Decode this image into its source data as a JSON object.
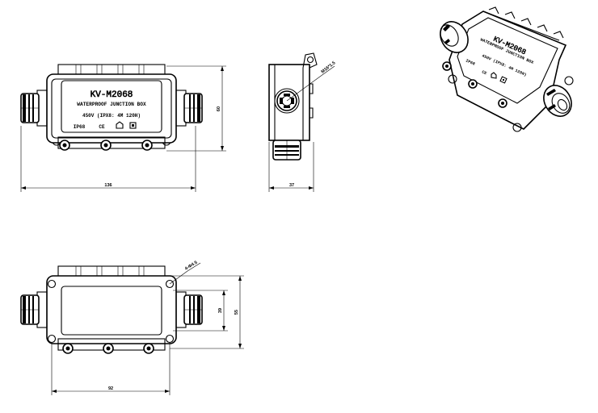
{
  "front_view": {
    "model": "KV-M2068",
    "title_line": "WATERPROOF  JUNCTION BOX",
    "rating_line": "450V  (IPX8: 4M 120H)",
    "ip_mark": "IP68",
    "ce_mark": "CE",
    "width_dim": "136",
    "height_dim": "60"
  },
  "side_view": {
    "thread_dim": "M16*1.5",
    "depth_dim": "37"
  },
  "iso_view": {
    "model": "KV-M2068",
    "title_line": "WATERPROOF  JUNCTION BOX",
    "ip_mark": "IP68",
    "rating_line": "450V  (IPX8: 4M 120H)",
    "ce_mark": "CE"
  },
  "bottom_view": {
    "hole_dim": "4-Φ4.5",
    "inner_height_dim": "39",
    "outer_height_dim": "55",
    "mount_width_dim": "92"
  }
}
